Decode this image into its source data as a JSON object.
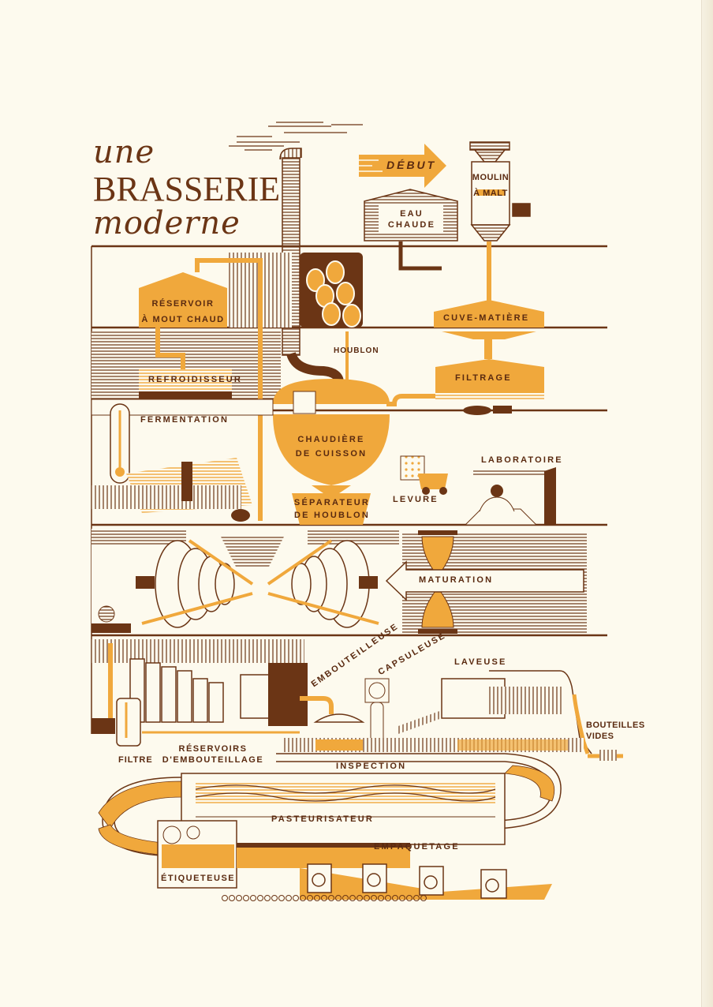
{
  "colors": {
    "paper": "#fdfaee",
    "brown": "#6b3515",
    "dark_brown": "#5a2a10",
    "orange": "#f0a83c"
  },
  "title": {
    "line1": "une",
    "line2": "BRASSERIE",
    "line3": "moderne"
  },
  "start_arrow": "DÉBUT",
  "stations": {
    "eau_chaude": [
      "EAU",
      "CHAUDE"
    ],
    "moulin": [
      "MOULIN",
      "À MALT"
    ],
    "reservoir_mout": [
      "RÉSERVOIR",
      "À MOUT CHAUD"
    ],
    "cuve_matiere": "CUVE-MATIÈRE",
    "houblon": "HOUBLON",
    "refroidisseur": "REFROIDISSEUR",
    "filtrage": "FILTRAGE",
    "fermentation": "FERMENTATION",
    "chaudiere": [
      "CHAUDIÈRE",
      "DE CUISSON"
    ],
    "laboratoire": "LABORATOIRE",
    "levure": "LEVURE",
    "separateur": [
      "SÉPARATEUR",
      "DE HOUBLON"
    ],
    "maturation": "MATURATION",
    "embouteilleuse": "EMBOUTEILLEUSE",
    "capsuleuse": "CAPSULEUSE",
    "laveuse": "LAVEUSE",
    "bouteilles_vides": [
      "BOUTEILLES",
      "VIDES"
    ],
    "filtre": "FILTRE",
    "reservoirs_embouteillage": [
      "RÉSERVOIRS",
      "D'EMBOUTEILLAGE"
    ],
    "inspection": "INSPECTION",
    "pasteurisateur": "PASTEURISATEUR",
    "empaquetage": "EMPAQUETAGE",
    "etiqueteuse": "ÉTIQUETEUSE"
  }
}
